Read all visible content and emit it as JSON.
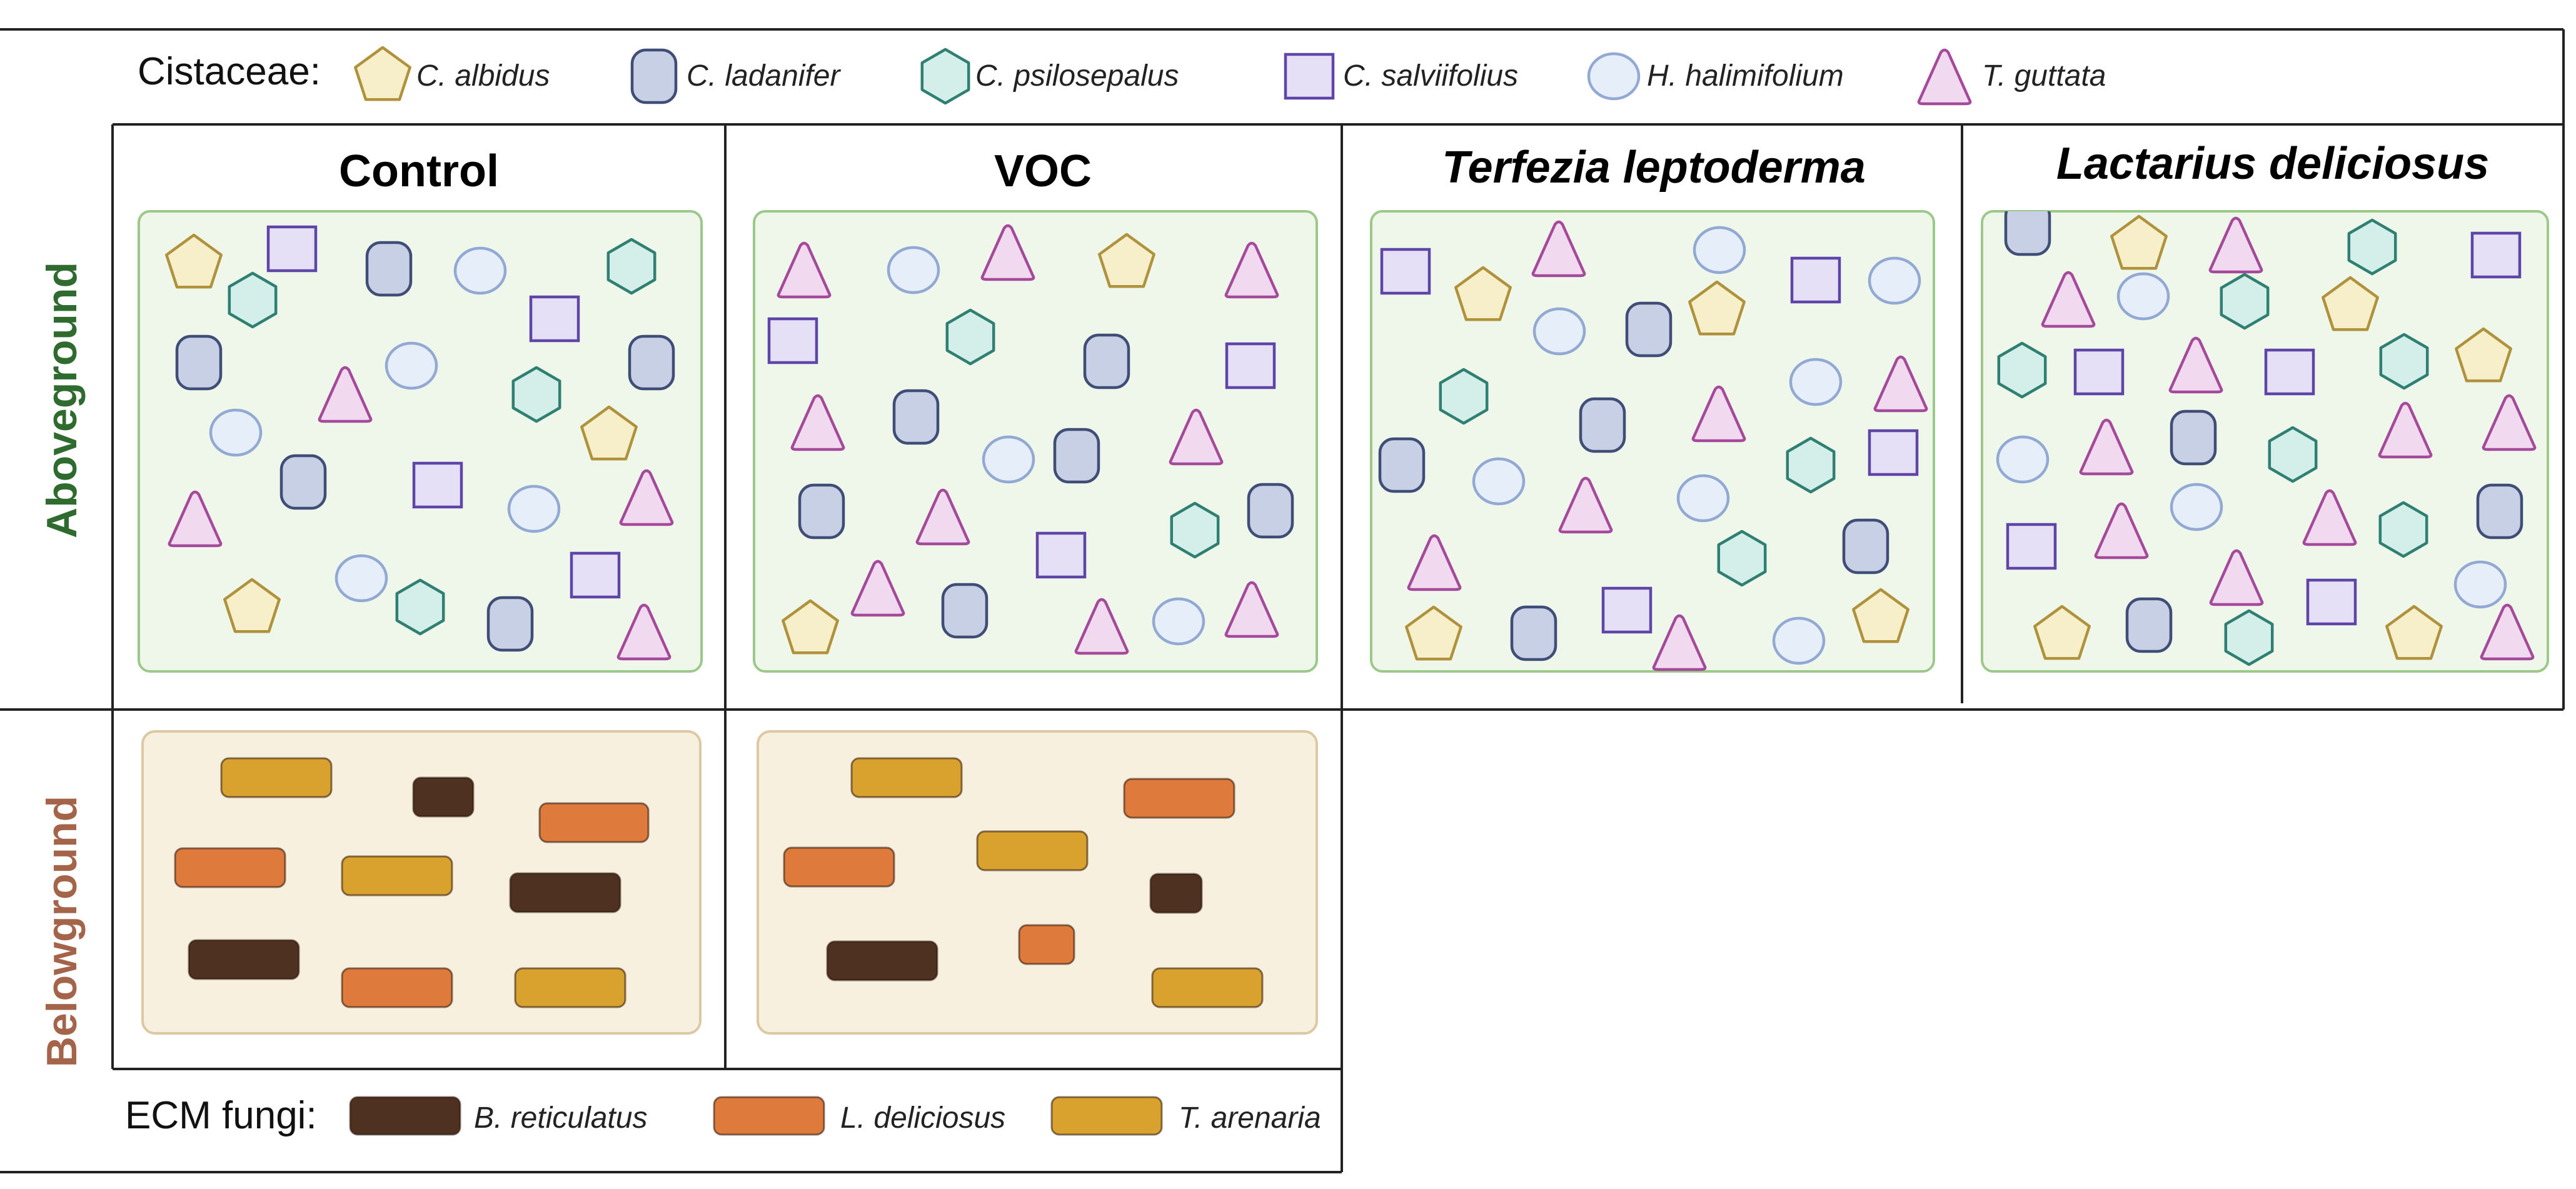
{
  "legend_top": {
    "label": "Cistaceae:",
    "items": [
      {
        "shape": "pentagon",
        "name": "C. albidus"
      },
      {
        "shape": "rounded-rect",
        "name": "C. ladanifer"
      },
      {
        "shape": "hexagon",
        "name": "C. psilosepalus"
      },
      {
        "shape": "square",
        "name": "C. salviifolius"
      },
      {
        "shape": "circle",
        "name": "H. halimifolium"
      },
      {
        "shape": "triangle",
        "name": "T. guttata"
      }
    ]
  },
  "legend_bottom": {
    "label": "ECM fungi:",
    "items": [
      {
        "color_key": "brown",
        "name": "B. reticulatus"
      },
      {
        "color_key": "orange",
        "name": "L. deliciosus"
      },
      {
        "color_key": "gold",
        "name": "T. arenaria"
      }
    ]
  },
  "row_labels": {
    "above": "Aboveground",
    "below": "Belowground"
  },
  "columns": [
    {
      "title": "Control",
      "italic": false
    },
    {
      "title": "VOC",
      "italic": false
    },
    {
      "title": "Terfezia leptoderma",
      "italic": true
    },
    {
      "title": "Lactarius deliciosus",
      "italic": true
    }
  ],
  "colors": {
    "above_fill": "#eef7ea",
    "above_stroke": "#9cc98a",
    "below_fill": "#f8f0de",
    "below_stroke": "#dcc8a2",
    "above_label": "#2f6b2f",
    "below_label": "#a4644a",
    "pentagon_fill": "#f6efc9",
    "pentagon_stroke": "#b0923c",
    "rounded_fill": "#c8d0e6",
    "rounded_stroke": "#3f4d77",
    "hexagon_fill": "#d4efe9",
    "hexagon_stroke": "#2f7f72",
    "square_fill": "#e5e0f6",
    "square_stroke": "#5f45a8",
    "circle_fill": "#e6eef9",
    "circle_stroke": "#92a9d4",
    "triangle_fill": "#f1d9f0",
    "triangle_stroke": "#a54a9b",
    "brown": "#4f3122",
    "orange": "#de7a3c",
    "gold": "#d9a22e"
  }
}
